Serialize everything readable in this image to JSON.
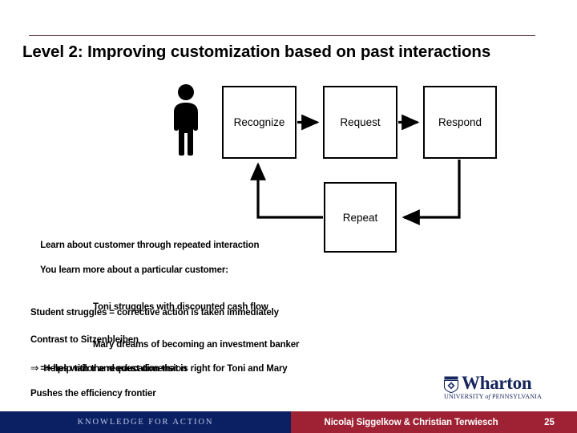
{
  "slide": {
    "title": "Level 2: Improving customization based on past interactions",
    "top_rule_color": "#4a2433"
  },
  "diagram": {
    "person_icon": "person-icon",
    "boxes": [
      {
        "id": "recognize",
        "label": "Recognize"
      },
      {
        "id": "request",
        "label": "Request"
      },
      {
        "id": "respond",
        "label": "Respond"
      },
      {
        "id": "repeat",
        "label": "Repeat"
      }
    ],
    "connectors": [
      {
        "from": "recognize",
        "to": "request",
        "kind": "arrow-right"
      },
      {
        "from": "request",
        "to": "respond",
        "kind": "arrow-right"
      },
      {
        "from": "respond",
        "to": "repeat",
        "kind": "elbow-arrow-left"
      },
      {
        "from": "repeat",
        "to": "recognize",
        "kind": "elbow-arrow-up"
      }
    ]
  },
  "body": {
    "learn_lines": [
      "Learn about customer through repeated interaction",
      "You learn more about a particular customer:"
    ],
    "learn_indented": [
      "Toni struggles with discounted cash flow",
      "Mary dreams of becoming an investment banker"
    ],
    "learn_conclusion": "=> help tailor and education that is right for Toni and Mary",
    "student_line": "Student struggles = corrective action is taken immediately",
    "contrast_line": "Contrast to Sitzenbleiben",
    "helps_arrow": "⇒",
    "helps_line": "Helps with the request dimension",
    "pushes_line": "Pushes the efficiency frontier"
  },
  "logo": {
    "wordmark": "Wharton",
    "subtitle_before": "UNIVERSITY ",
    "subtitle_of": "of",
    "subtitle_after": " PENNSYLVANIA",
    "shield_icon": "penn-shield-icon",
    "color": "#17265c"
  },
  "footer": {
    "tagline": "KNOWLEDGE FOR ACTION",
    "authors": "Nicolaj Siggelkow & Christian Terwiesch",
    "page_number": "25",
    "left_color": "#0b2063",
    "right_color": "#9e2234"
  }
}
